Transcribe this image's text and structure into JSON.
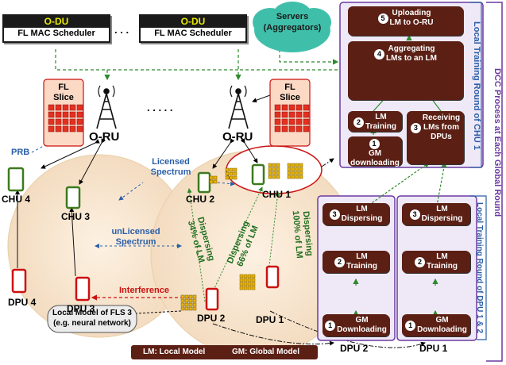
{
  "odu_left": {
    "title": "O-DU",
    "subtitle": "FL MAC Scheduler"
  },
  "odu_right": {
    "title": "O-DU",
    "subtitle": "FL MAC Scheduler"
  },
  "odu_ellipsis": ". . .",
  "servers": "Servers\n(Aggregators)",
  "fl_slice_left": "FL\nSlice",
  "fl_slice_right": "FL\nSlice",
  "oru_left": "O-RU",
  "oru_right": "O-RU",
  "oru_ellipsis": ". . . . .",
  "prb": "PRB",
  "licensed": "Licensed\nSpectrum",
  "unlicensed": "unLicensed\nSpectrum",
  "interference": "Interference",
  "chu4": "CHU 4",
  "chu3": "CHU 3",
  "chu2": "CHU 2",
  "chu1": "CHU 1",
  "dpu4": "DPU 4",
  "dpu3": "DPU 3",
  "dpu2": "DPU 2",
  "dpu1": "DPU 1",
  "dispersing_34": "Dispersing\n34% of LM",
  "dispersing_66": "Dispersing\n66% of LM",
  "dispersing_100": "Dispersing\n100% of LM",
  "local_model": "Local Model of FLS 3\n(e.g. neural network)",
  "legend_lm": "LM: Local Model",
  "legend_gm": "GM: Global Model",
  "chu_steps": [
    {
      "num": "5",
      "text": "Uploading\nLM to O-RU"
    },
    {
      "num": "4",
      "text": "Aggregating\nLMs to an LM"
    },
    {
      "num": "2",
      "text": "LM\nTraining"
    },
    {
      "num": "3",
      "text": "Receiving\nLMs from\nDPUs"
    },
    {
      "num": "1",
      "text": "GM\ndownloading"
    }
  ],
  "dpu2_steps": [
    {
      "num": "3",
      "text": "LM\nDispersing"
    },
    {
      "num": "2",
      "text": "LM\nTraining"
    },
    {
      "num": "1",
      "text": "GM\nDownloading"
    }
  ],
  "dpu1_steps": [
    {
      "num": "3",
      "text": "LM\nDispersing"
    },
    {
      "num": "2",
      "text": "LM\nTraining"
    },
    {
      "num": "1",
      "text": "GM\nDownloading"
    }
  ],
  "dpu2_panel_label": "DPU 2",
  "dpu1_panel_label": "DPU 1",
  "side_chu": "Local Training Round of CHU 1",
  "side_dpu": "Local Training Round of DPU 1 & 2",
  "side_dcc": "DCC Process at Each Global Round",
  "colors": {
    "odu_bg": "#1a1a1a",
    "odu_title": "#e8e800",
    "step_bg": "#5b1f14",
    "chu": "#3d7a1e",
    "dpu": "#cc1111",
    "blue_label": "#2a5ea8",
    "interference": "#cc1111",
    "green_text": "#1f6e1f",
    "purple": "#6a3aa0",
    "cloud": "#3fbfaa",
    "slice_bg": "#fbd9c4",
    "prb": "#e53020",
    "model": "#e8b400"
  }
}
